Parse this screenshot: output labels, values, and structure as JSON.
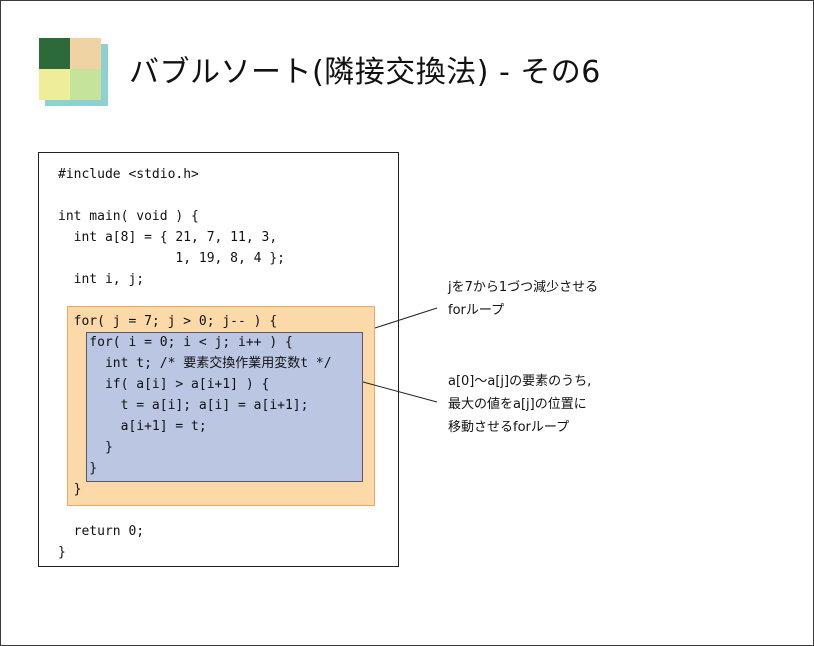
{
  "slide": {
    "title": "バブルソート(隣接交換法) - その6"
  },
  "logo": {
    "colors": [
      "#2c6a3a",
      "#f0d3a2",
      "#eeee9a",
      "#c5e39a"
    ],
    "shadow_color": "#8fd1d1"
  },
  "code": {
    "lines": [
      "#include <stdio.h>",
      "",
      "int main( void ) {",
      "  int a[8] = { 21, 7, 11, 3,",
      "               1, 19, 8, 4 };",
      "  int i, j;",
      "",
      "  for( j = 7; j > 0; j-- ) {",
      "    for( i = 0; i < j; i++ ) {",
      "      int t; /* 要素交換作業用変数t */",
      "      if( a[i] > a[i+1] ) {",
      "        t = a[i]; a[i] = a[i+1];",
      "        a[i+1] = t;",
      "      }",
      "    }",
      "  }",
      "",
      "  return 0;",
      "}"
    ]
  },
  "highlight_colors": {
    "outer_loop": "#fcd9a8",
    "inner_loop": "#bac6e2"
  },
  "callouts": {
    "outer": "jを7から1づつ減少させる\nforループ",
    "inner": "a[0]～a[j]の要素のうち,\n最大の値をa[j]の位置に\n移動させるforループ"
  }
}
